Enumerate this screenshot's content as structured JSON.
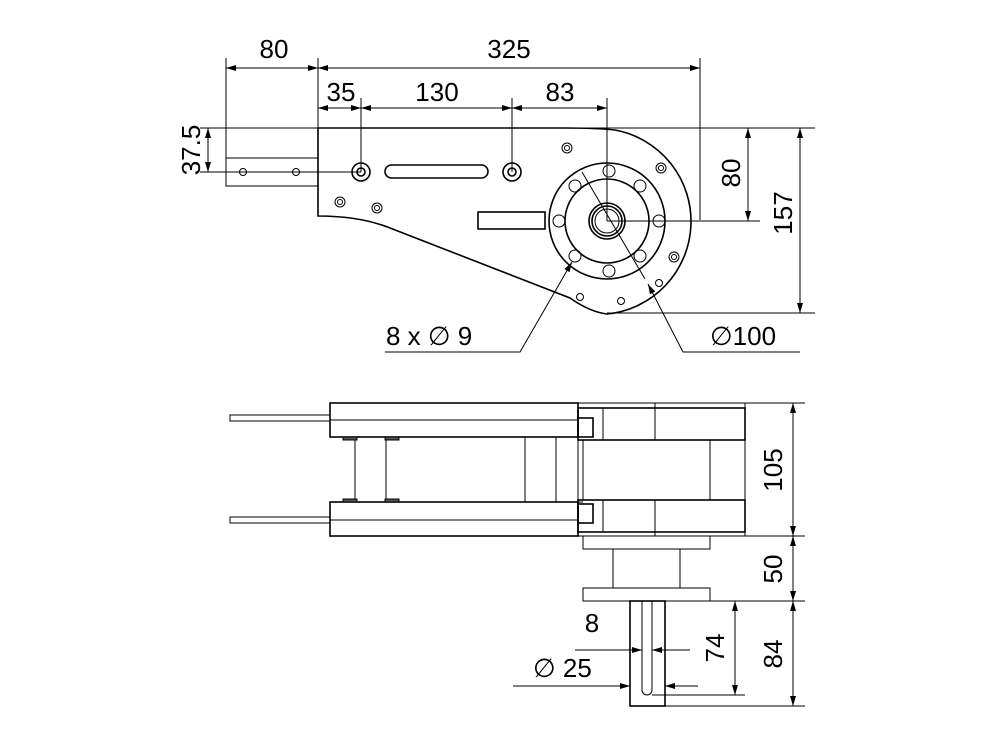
{
  "top_view": {
    "dim_overall_length": "325",
    "dim_tab_length": "80",
    "dim_hole_offset": "35",
    "dim_hole_spacing": "130",
    "dim_to_center": "83",
    "dim_tab_height": "37.5",
    "dim_center_height": "80",
    "dim_total_height": "157",
    "callout_holes": "8 x ∅ 9",
    "callout_flange": "∅100"
  },
  "side_view": {
    "dim_body_height": "105",
    "dim_flange_height": "50",
    "dim_shaft_length": "84",
    "dim_key_length": "74",
    "dim_key_width": "8",
    "dim_shaft_diameter": "∅ 25"
  }
}
